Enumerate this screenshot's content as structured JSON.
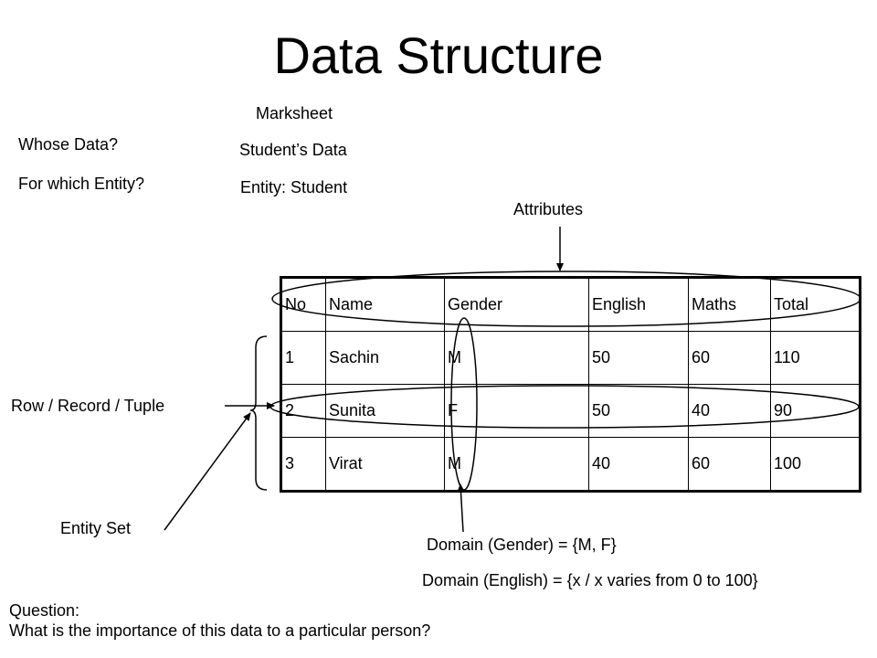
{
  "title": "Data Structure",
  "context": {
    "marksheet": "Marksheet",
    "students_data": "Student’s Data",
    "entity": "Entity: Student"
  },
  "questions": {
    "whose_data": "Whose Data?",
    "which_entity": "For which Entity?"
  },
  "annotations": {
    "attributes": "Attributes",
    "row": "Row / Record / Tuple",
    "entity_set": "Entity Set",
    "domain_gender": "Domain (Gender) = {M, F}",
    "domain_english": "Domain (English) = {x / x varies from 0 to 100}"
  },
  "table": {
    "headers": [
      "No",
      "Name",
      "Gender",
      "English",
      "Maths",
      "Total"
    ],
    "rows": [
      [
        "1",
        "Sachin",
        "M",
        "50",
        "60",
        "110"
      ],
      [
        "2",
        "Sunita",
        "F",
        "50",
        "40",
        "90"
      ],
      [
        "3",
        "Virat",
        "M",
        "40",
        "60",
        "100"
      ]
    ]
  },
  "footer": {
    "question_label": "Question:",
    "question_text": "What is the importance of this data to a particular person?"
  }
}
